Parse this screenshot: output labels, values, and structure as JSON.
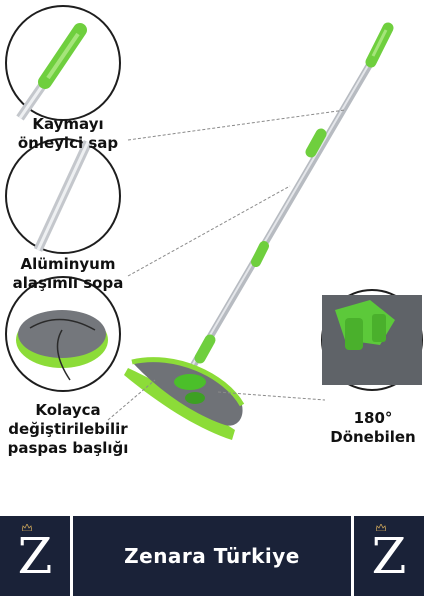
{
  "callouts": {
    "grip": {
      "line1": "Kaymayı",
      "line2": "önleyici sap"
    },
    "pole": {
      "line1": "Alüminyum",
      "line2": "alaşımlı sopa"
    },
    "head": {
      "line1": "Kolayca",
      "line2": "değiştirilebilir",
      "line3": "paspas başlığı"
    },
    "rotate": {
      "line1": "180°",
      "line2": "Dönebilen"
    }
  },
  "banner": {
    "brand": "Zenara Türkiye",
    "logo_letter_left": "Z",
    "logo_letter_right": "Z"
  },
  "colors": {
    "accent_green": "#7ed957",
    "banner_navy": "#1a2238",
    "pole_silver": "#c9ccd1"
  }
}
